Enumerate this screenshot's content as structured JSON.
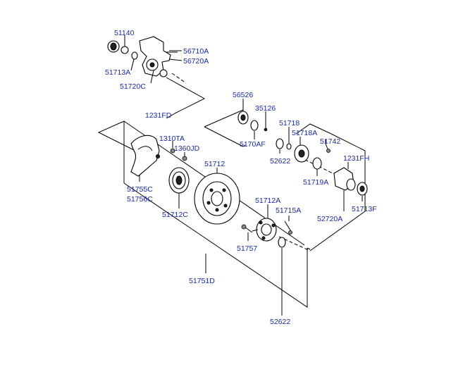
{
  "labels": {
    "p51140": "51140",
    "p56710A": "56710A",
    "p56720A": "56720A",
    "p51713A": "51713A",
    "p51720C": "51720C",
    "p1231FD": "1231FD",
    "p56526": "56526",
    "p35126": "35126",
    "p5170AF": "5170AF",
    "p51718": "51718",
    "p51718A": "51718A",
    "p51742": "51742",
    "p1231FH": "1231FH",
    "p52622a": "52622",
    "p51719A": "51719A",
    "p1310TA": "1310TA",
    "p1360JD": "1360JD",
    "p51712": "51712",
    "p51755C": "51755C",
    "p51756C": "51756C",
    "p51712C": "51712C",
    "p51712A": "51712A",
    "p51715A": "51715A",
    "p52720A": "52720A",
    "p51713F": "51713F",
    "p51757": "51757",
    "p51751D": "51751D",
    "p52622b": "52622"
  },
  "colors": {
    "label": "#1a2a9a",
    "line": "#000000",
    "background": "#ffffff"
  }
}
